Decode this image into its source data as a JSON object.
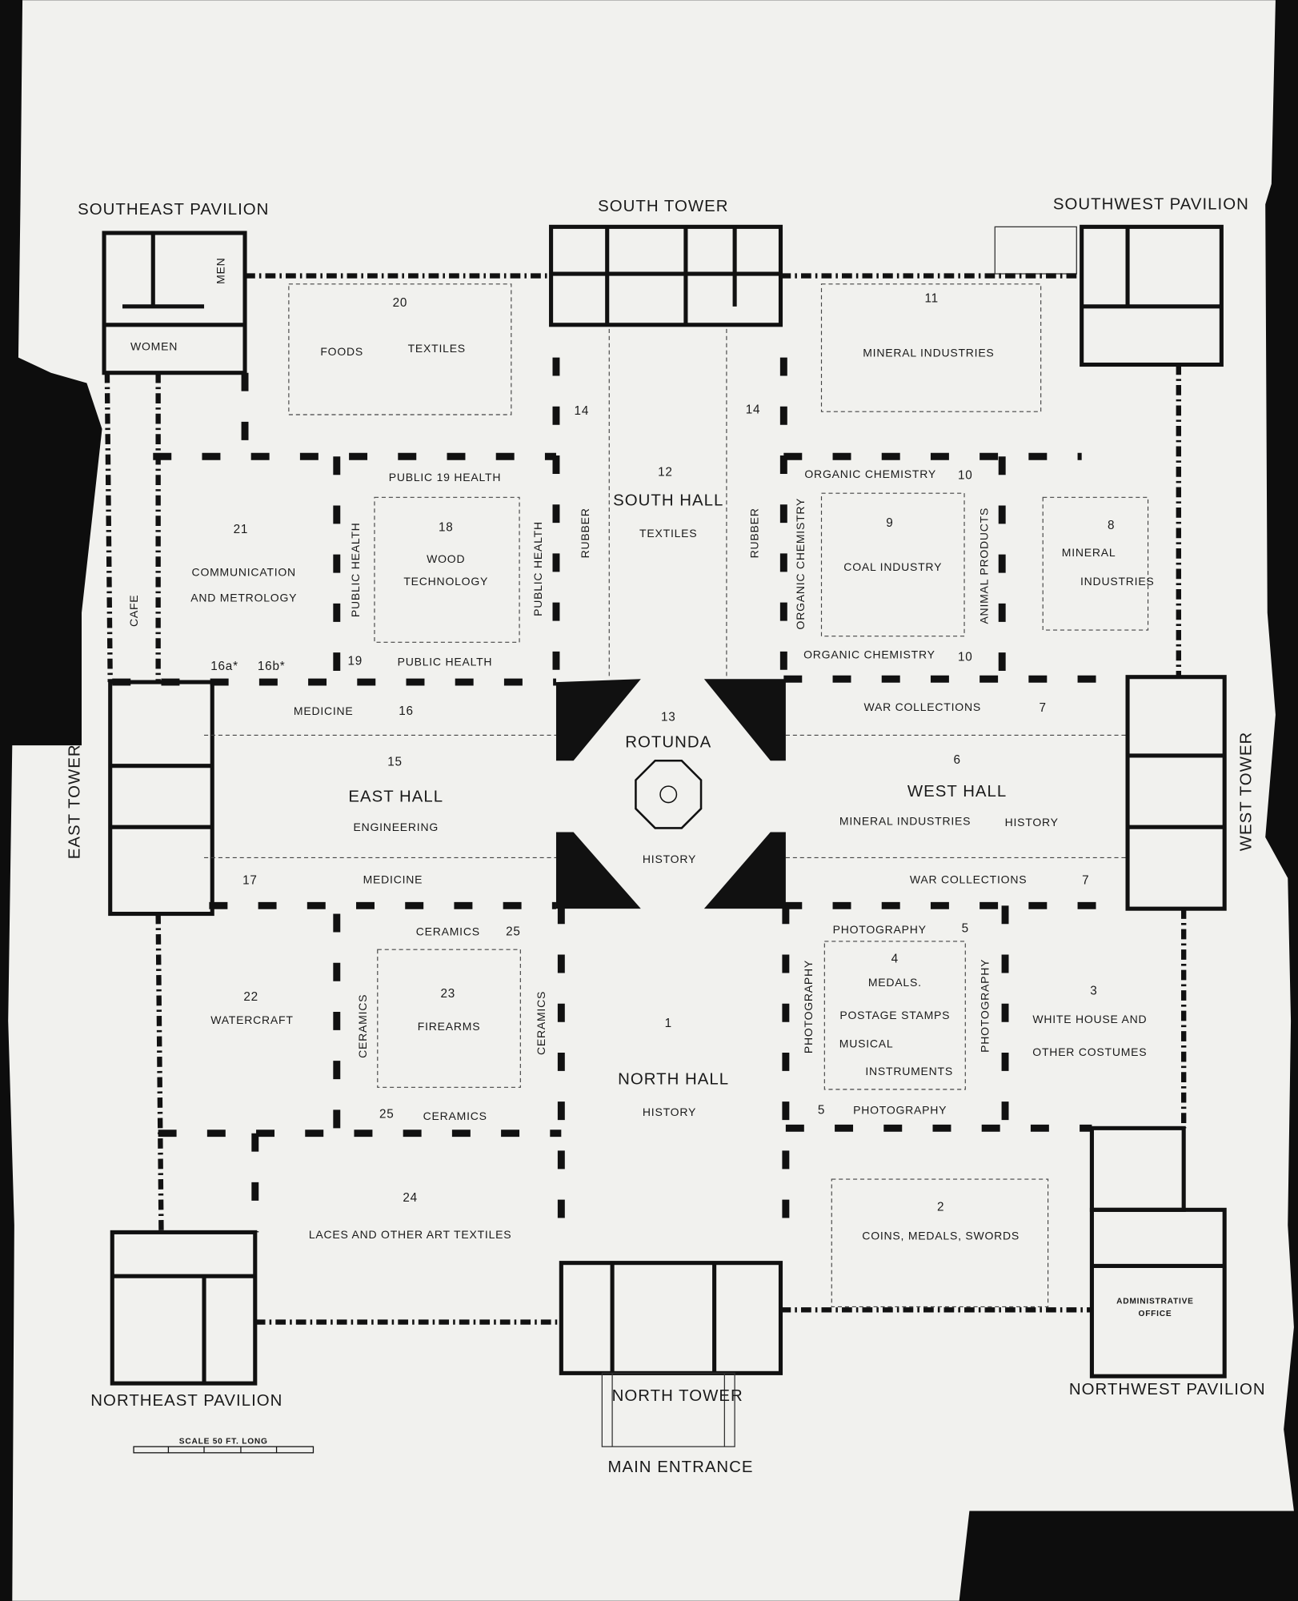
{
  "title_wings": {
    "southeast_pavilion": "SOUTHEAST PAVILION",
    "south_tower": "SOUTH TOWER",
    "southwest_pavilion": "SOUTHWEST PAVILION",
    "east_tower": "EAST TOWER",
    "west_tower": "WEST TOWER",
    "northeast_pavilion": "NORTHEAST PAVILION",
    "north_tower": "NORTH TOWER",
    "northwest_pavilion": "NORTHWEST PAVILION",
    "main_entrance": "MAIN ENTRANCE"
  },
  "scale": "SCALE 50 FT. LONG",
  "rooms": {
    "men": "MEN",
    "women": "WOMEN",
    "cafe": "CAFE",
    "r20_num": "20",
    "r20_a": "FOODS",
    "r20_b": "TEXTILES",
    "r11_num": "11",
    "r11": "MINERAL INDUSTRIES",
    "r14_num_a": "14",
    "r14_num_b": "14",
    "r12_num": "12",
    "r12_name": "SOUTH HALL",
    "r12_sub": "TEXTILES",
    "rubber_a": "RUBBER",
    "rubber_b": "RUBBER",
    "r19_top": "PUBLIC 19 HEALTH",
    "r19_left": "PUBLIC HEALTH",
    "r19_right": "PUBLIC HEALTH",
    "r19_num": "19",
    "r19_bottom": "PUBLIC HEALTH",
    "r18_num": "18",
    "r18_a": "WOOD",
    "r18_b": "TECHNOLOGY",
    "r21_num": "21",
    "r21_a": "COMMUNICATION",
    "r21_b": "AND METROLOGY",
    "r16a": "16a*",
    "r16b": "16b*",
    "r10_top": "ORGANIC CHEMISTRY",
    "r10_top_num": "10",
    "r10_left": "ORGANIC CHEMISTRY",
    "r10_bottom": "ORGANIC CHEMISTRY",
    "r10_bottom_num": "10",
    "animal_products": "ANIMAL PRODUCTS",
    "r9_num": "9",
    "r9": "COAL INDUSTRY",
    "r8_num": "8",
    "r8_a": "MINERAL",
    "r8_b": "INDUSTRIES",
    "medicine_top": "MEDICINE",
    "r16_num": "16",
    "r13_num": "13",
    "rotunda": "ROTUNDA",
    "rotunda_history": "HISTORY",
    "war_top": "WAR COLLECTIONS",
    "r7_top": "7",
    "r15_num": "15",
    "east_hall": "EAST HALL",
    "engineering": "ENGINEERING",
    "r6_num": "6",
    "west_hall": "WEST HALL",
    "west_mineral": "MINERAL INDUSTRIES",
    "west_history": "HISTORY",
    "r17_num": "17",
    "medicine_bottom": "MEDICINE",
    "war_bottom": "WAR COLLECTIONS",
    "r7_bottom": "7",
    "ceramics_top": "CERAMICS",
    "r25_top": "25",
    "ceramics_left": "CERAMICS",
    "ceramics_right": "CERAMICS",
    "r25_bottom": "25",
    "ceramics_bottom": "CERAMICS",
    "r23_num": "23",
    "r23": "FIREARMS",
    "r22_num": "22",
    "r22": "WATERCRAFT",
    "photo_top": "PHOTOGRAPHY",
    "r5_top": "5",
    "photo_left": "PHOTOGRAPHY",
    "photo_right": "PHOTOGRAPHY",
    "r5_bottom": "5",
    "photo_bottom": "PHOTOGRAPHY",
    "r4_num": "4",
    "r4_a": "MEDALS.",
    "r4_b": "POSTAGE STAMPS",
    "r4_c": "MUSICAL",
    "r4_d": "INSTRUMENTS",
    "r3_num": "3",
    "r3_a": "WHITE HOUSE AND",
    "r3_b": "OTHER COSTUMES",
    "r1_num": "1",
    "north_hall": "NORTH HALL",
    "north_history": "HISTORY",
    "r24_num": "24",
    "r24": "LACES AND OTHER ART TEXTILES",
    "r2_num": "2",
    "r2": "COINS, MEDALS, SWORDS",
    "admin_a": "ADMINISTRATIVE",
    "admin_b": "OFFICE"
  },
  "colors": {
    "paper": "#f1f1ee",
    "ink": "#111111",
    "background": "#0d0d0d"
  }
}
